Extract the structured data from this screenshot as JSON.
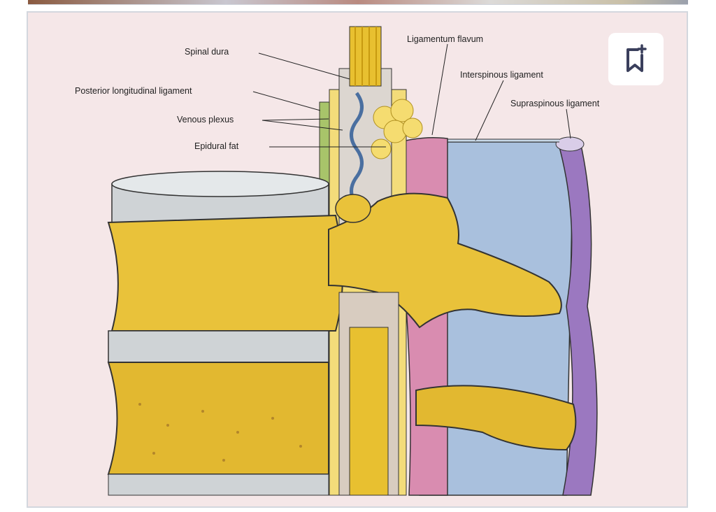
{
  "image": {
    "labels": {
      "spinal_dura": "Spinal dura",
      "posterior_longitudinal_ligament": "Posterior longitudinal ligament",
      "venous_plexus": "Venous plexus",
      "epidural_fat": "Epidural fat",
      "ligamentum_flavum": "Ligamentum flavum",
      "interspinous_ligament": "Interspinous ligament",
      "supraspinous_ligament": "Supraspinous ligament"
    }
  },
  "actions": {
    "bookmark_icon": "bookmark-add-icon"
  },
  "colors": {
    "background": "#f5e7e8",
    "bone": "#e9c23a",
    "ligament_blue": "#a9c0dd",
    "purple": "#9b78c0",
    "flavum": "#d98cb0",
    "icon": "#3a3f5c"
  }
}
